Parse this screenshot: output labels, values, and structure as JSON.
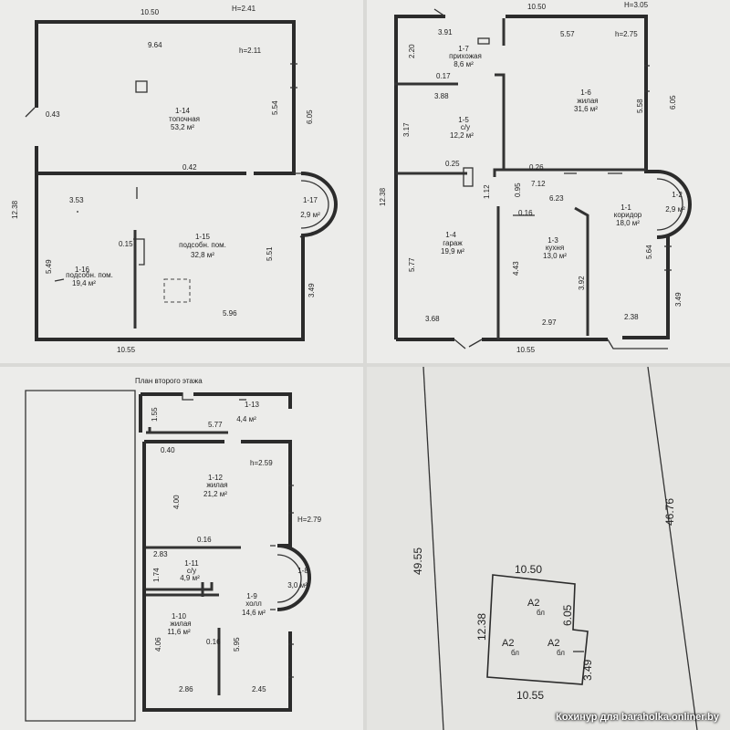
{
  "panel_tl": {
    "dims": {
      "top": "10.50",
      "h": "H=2.41",
      "left": "12.38",
      "d943": "9.64",
      "h211": "h=2.11",
      "d043": "0.43",
      "d554": "5.54",
      "d605": "6.05",
      "d042": "0.42",
      "d353": "3.53",
      "d015": "0.15",
      "d549": "5.49",
      "d551": "5.51",
      "d349": "3.49",
      "d596": "5.96",
      "bottom": "10.55"
    },
    "rooms": [
      {
        "id": "1-14",
        "name": "топочная",
        "area": "53,2 м²"
      },
      {
        "id": "1-15",
        "name": "подсобн. пом.",
        "area": "32,8 м²"
      },
      {
        "id": "1-16",
        "name": "подсобн. пом.",
        "area": "19,4 м²"
      },
      {
        "id": "1-17",
        "name": "",
        "area": "2,9 м²"
      }
    ]
  },
  "panel_tr": {
    "dims": {
      "top": "10.50",
      "h": "H=3.05",
      "d391": "3.91",
      "d220": "2.20",
      "d557": "5.57",
      "h275": "h=2.75",
      "d017": "0.17",
      "d388": "3.88",
      "d605": "6.05",
      "d558": "5.58",
      "d317": "3.17",
      "d025": "0.25",
      "d026": "0.26",
      "d712": "7.12",
      "d112": "1.12",
      "d095": "0.95",
      "d623": "6.23",
      "d016": "0.16",
      "left": "12.38",
      "d577": "5.77",
      "d443": "4.43",
      "d392": "3.92",
      "d564": "5.64",
      "d349": "3.49",
      "d368": "3.68",
      "d297": "2.97",
      "d238": "2.38",
      "bottom": "10.55"
    },
    "rooms": [
      {
        "id": "1-7",
        "name": "прихожая",
        "area": "8,6 м²"
      },
      {
        "id": "1-6",
        "name": "жилая",
        "area": "31,6 м²"
      },
      {
        "id": "1-5",
        "name": "с/у",
        "area": "12,2 м²"
      },
      {
        "id": "1-4",
        "name": "гараж",
        "area": "19,9 м²"
      },
      {
        "id": "1-3",
        "name": "кухня",
        "area": "13,0 м²"
      },
      {
        "id": "1-1",
        "name": "коридор",
        "area": "18,0 м²"
      },
      {
        "id": "1-2",
        "name": "",
        "area": "2,9 м²"
      }
    ]
  },
  "panel_bl": {
    "title": "План второго этажа",
    "dims": {
      "d155": "1.55",
      "d577": "5.77",
      "d040": "0.40",
      "h259": "h=2.59",
      "d400": "4.00",
      "h279": "H=2.79",
      "d016a": "0.16",
      "d283": "2.83",
      "d174": "1.74",
      "d406": "4.06",
      "d016b": "0.16",
      "d595": "5.95",
      "d286": "2.86",
      "d245": "2.45"
    },
    "rooms": [
      {
        "id": "1-13",
        "name": "",
        "area": "4,4 м²"
      },
      {
        "id": "1-12",
        "name": "жилая",
        "area": "21,2 м²"
      },
      {
        "id": "1-11",
        "name": "с/у",
        "area": "4,9 м²"
      },
      {
        "id": "1-8",
        "name": "",
        "area": "3,0 м²"
      },
      {
        "id": "1-9",
        "name": "холл",
        "area": "14,6 м²"
      },
      {
        "id": "1-10",
        "name": "жилая",
        "area": "11,6 м²"
      }
    ]
  },
  "panel_br": {
    "dims": {
      "d4955": "49.55",
      "d4676": "46.76",
      "top": "10.50",
      "left": "12.38",
      "d605": "6.05",
      "d349": "3.49",
      "bottom": "10.55"
    },
    "labels": {
      "a2_main": "А2",
      "a2_main_sub": "бл",
      "a2_left": "А2",
      "a2_left_sub": "бл",
      "a2_right": "А2",
      "a2_right_sub": "бл"
    }
  },
  "watermark": "Кохинур для baraholka.onliner.by"
}
